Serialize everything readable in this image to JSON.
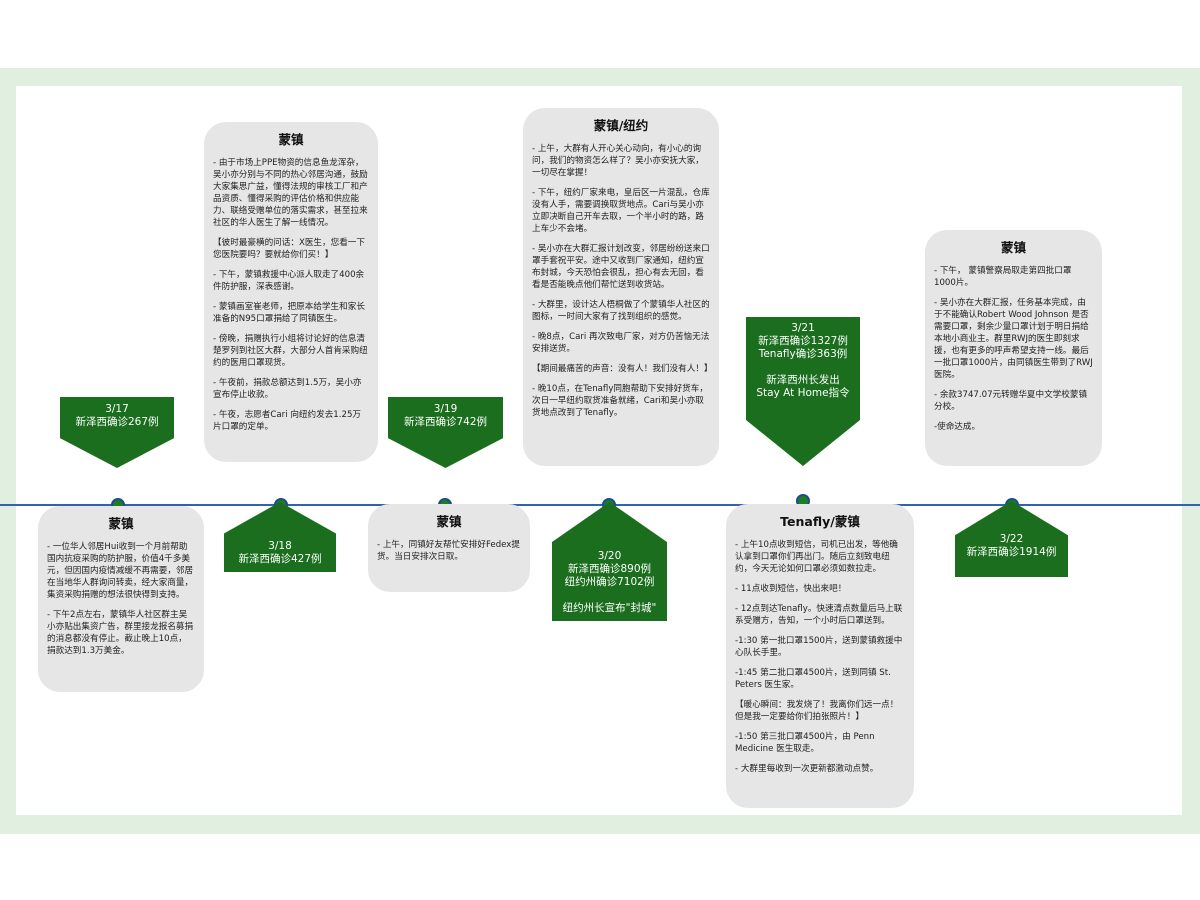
{
  "cards": [
    {
      "id": "c317",
      "title": "蒙镇",
      "paras": [
        "- 一位华人邻居Hui收到一个月前帮助国内抗疫采购的防护服，价值4千多美元，但因国内疫情减缓不再需要，邻居在当地华人群询问转卖，经大家商量，集资采购捐赠的想法很快得到支持。",
        "- 下午2点左右，蒙镇华人社区群主吴小亦贴出集资广告，群里接龙报名募捐的消息都没有停止。截止晚上10点，捐款达到1.3万美金。"
      ]
    },
    {
      "id": "c318",
      "title": "蒙镇",
      "paras": [
        "- 由于市场上PPE物资的信息鱼龙浑杂，吴小亦分别与不同的热心邻居沟通，鼓励大家集思广益，懂得法规的审核工厂和产品资质、懂得采购的评估价格和供应能力、联络受赠单位的落实需求，甚至拉来社区的华人医生了解一线情况。",
        "【彼时最豪横的问话：X医生，您看一下您医院要吗？要就给你们买！】",
        "- 下午，蒙镇救援中心派人取走了400余件防护服，深表感谢。",
        "- 蒙镇画室崔老师，把原本给学生和家长准备的N95口罩捐给了同镇医生。",
        "- 傍晚，捐赠执行小组将讨论好的信息清楚罗列到社区大群，大部分人首肯采购纽约的医用口罩现货。",
        "- 午夜前，捐款总额达到1.5万，吴小亦宣布停止收款。",
        "- 午夜，志愿者Cari 向纽约发去1.25万片口罩的定单。"
      ]
    },
    {
      "id": "c319",
      "title": "蒙镇",
      "paras": [
        "- 上午，同镇好友帮忙安排好Fedex提货。当日安排次日取。"
      ]
    },
    {
      "id": "c320",
      "title": "蒙镇/纽约",
      "paras": [
        "- 上午，大群有人开心关心动向，有小心的询问，我们的物资怎么样了？吴小亦安抚大家，一切尽在掌握！",
        "- 下午，纽约厂家来电，皇后区一片混乱，仓库没有人手，需要调换取货地点。Cari与吴小亦立即决断自己开车去取，一个半小时的路，路上车少不会堵。",
        "- 吴小亦在大群汇报计划改变，邻居纷纷送来口罩手套祝平安。途中又收到厂家通知，纽约宣布封城，今天恐怕会很乱，担心有去无回，看看是否能晚点他们帮忙送到收货站。",
        "- 大群里，设计达人梧桐做了个蒙镇华人社区的图标，一时间大家有了找到组织的感觉。",
        "- 晚8点，Cari 再次致电厂家，对方仍苦恼无法安排送货。",
        "【期间最痛苦的声音：没有人！我们没有人！】",
        "- 晚10点，在Tenafly同胞帮助下安排好货车，次日一早纽约取货准备就绪，Cari和吴小亦取货地点改到了Tenafly。"
      ]
    },
    {
      "id": "c321",
      "title": "Tenafly/蒙镇",
      "paras": [
        "- 上午10点收到短信，司机已出发，等他确认拿到口罩你们再出门。随后立刻致电纽约，今天无论如何口罩必须如数拉走。",
        "- 11点收到短信，快出来吧！",
        "- 12点到达Tenafly。快速清点数量后马上联系受赠方，告知，一个小时后口罩送到。",
        "-1:30 第一批口罩1500片，送到蒙镇救援中心队长手里。",
        "-1:45 第二批口罩4500片，送到同镇 St. Peters 医生家。",
        "【暖心瞬间：我发烧了！我离你们远一点！但是我一定要给你们拍张照片！】",
        "-1:50 第三批口罩4500片，由 Penn Medicine 医生取走。",
        "- 大群里每收到一次更新都激动点赞。"
      ]
    },
    {
      "id": "c322",
      "title": "蒙镇",
      "paras": [
        "- 下午， 蒙镇警察局取走第四批口罩1000片。",
        "- 吴小亦在大群汇报，任务基本完成，由于不能确认Robert Wood Johnson 是否需要口罩，剩余少量口罩计划于明日捐给本地小商业主。群里RWJ的医生即刻求援，也有更多的呼声希望支持一线。最后一批口罩1000片，由同镇医生带到了RWJ医院。",
        "- 余款3747.07元转赠华夏中文学校蒙镇分校。",
        "-使命达成。"
      ]
    }
  ],
  "badges": [
    {
      "id": "b317",
      "lines": [
        "3/17",
        "新泽西确诊267例"
      ]
    },
    {
      "id": "b318",
      "lines": [
        "3/18",
        "新泽西确诊427例"
      ]
    },
    {
      "id": "b319",
      "lines": [
        "3/19",
        "新泽西确诊742例"
      ]
    },
    {
      "id": "b320",
      "lines": [
        "3/20",
        "新泽西确诊890例",
        "纽约州确诊7102例",
        "",
        "纽约州长宣布\"封城\""
      ]
    },
    {
      "id": "b321",
      "lines": [
        "3/21",
        "新泽西确诊1327例",
        "Tenafly确诊363例",
        "",
        "新泽西州长发出",
        "Stay At Home指令"
      ]
    },
    {
      "id": "b322",
      "lines": [
        "3/22",
        "新泽西确诊1914例"
      ]
    }
  ],
  "colors": {
    "accent": "#1a6e1d",
    "axis": "#2f63b0",
    "card": "#e6e6e6",
    "frame": "#e1efe0"
  }
}
